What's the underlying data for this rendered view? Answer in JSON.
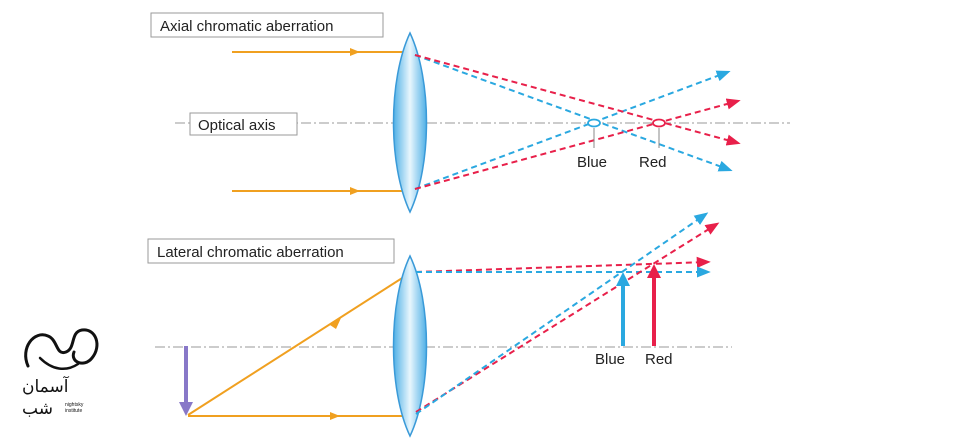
{
  "colors": {
    "orange": "#f0a020",
    "blue": "#2aa8e0",
    "red": "#e8204a",
    "purple": "#8878c8",
    "lens_fill": "#7cc6ee",
    "lens_stroke": "#3a9ad8",
    "axis": "#999999"
  },
  "top_panel": {
    "title": "Axial chromatic aberration",
    "axis_label": "Optical axis",
    "blue_label": "Blue",
    "red_label": "Red"
  },
  "bottom_panel": {
    "title": "Lateral chromatic aberration",
    "blue_label": "Blue",
    "red_label": "Red"
  },
  "logo": {
    "farsi_top": "آسمان",
    "farsi_bottom": "شب",
    "latin_line1": "nightsky",
    "latin_line2": "institute"
  }
}
